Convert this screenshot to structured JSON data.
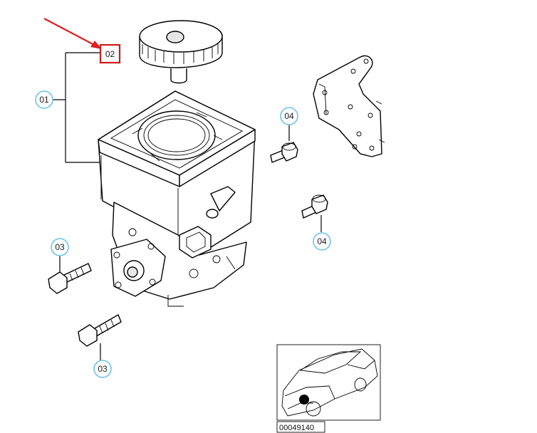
{
  "callouts": {
    "c01": "01",
    "c02": "02",
    "c03_top": "03",
    "c03_bottom": "03",
    "c04_top": "04",
    "c04_bottom": "04"
  },
  "reference_number": "00049140",
  "colors": {
    "highlight": "#cc1a1a",
    "callout_ring": "#6cc4e8",
    "locator_dot": "#000000"
  },
  "icons": {
    "arrow": "red-pointer-arrow",
    "locator": "car-locator-thumbnail"
  }
}
